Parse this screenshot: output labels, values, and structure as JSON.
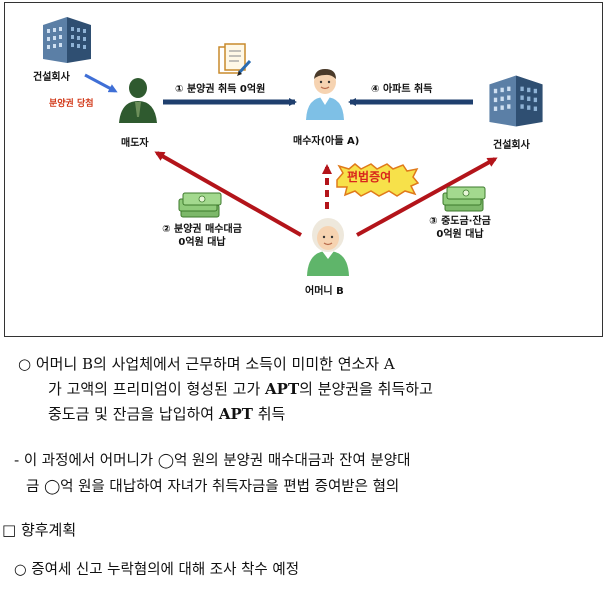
{
  "diagram": {
    "construction_co_left": "건설회사",
    "presale_win": "분양권 당첨",
    "seller": "매도자",
    "buyer": "매수자(아들 A)",
    "construction_co_right": "건설회사",
    "mother": "어머니 B",
    "step1": "① 분양권 취득 0억원",
    "step4": "④ 아파트 취득",
    "step2_line1": "② 분양권 매수대금",
    "step2_line2": "0억원 대납",
    "step3_line1": "③ 중도금·잔금",
    "step3_line2": "0억원 대납",
    "badge": "편법증여",
    "colors": {
      "navy": "#1f3f6e",
      "red_arrow": "#b3141a",
      "blue_arrow": "#3f6fd6",
      "badge_red": "#d9261c"
    }
  },
  "text": {
    "p1_line1": "○ 어머니 B의 사업체에서 근무하며 소득이 미미한 연소자 A",
    "p1_line2_a": "가 고액의 프리미엄이 형성된 고가 ",
    "p1_line2_b": "APT",
    "p1_line2_c": "의 분양권을 취득하고",
    "p1_line3_a": "중도금 및 잔금을 납입하여 ",
    "p1_line3_b": "APT",
    "p1_line3_c": " 취득",
    "p2_line1": "- 이 과정에서 어머니가 ◯억 원의 분양권 매수대금과 잔여 분양대",
    "p2_line2": "금 ◯억 원을 대납하여 자녀가 취득자금을 편법 증여받은 혐의",
    "plan_heading": "□ 향후계획",
    "plan_item": "○ 증여세 신고 누락혐의에 대해 조사 착수 예정"
  }
}
